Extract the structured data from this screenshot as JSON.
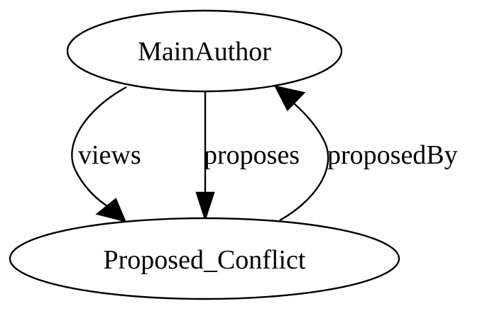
{
  "nodes": {
    "main_author": {
      "label": "MainAuthor"
    },
    "proposed_conflict": {
      "label": "Proposed_Conflict"
    }
  },
  "edges": [
    {
      "from": "MainAuthor",
      "to": "Proposed_Conflict",
      "label": "views"
    },
    {
      "from": "MainAuthor",
      "to": "Proposed_Conflict",
      "label": "proposes"
    },
    {
      "from": "Proposed_Conflict",
      "to": "MainAuthor",
      "label": "proposedBy"
    }
  ],
  "colors": {
    "stroke": "#000000",
    "background": "#ffffff"
  }
}
